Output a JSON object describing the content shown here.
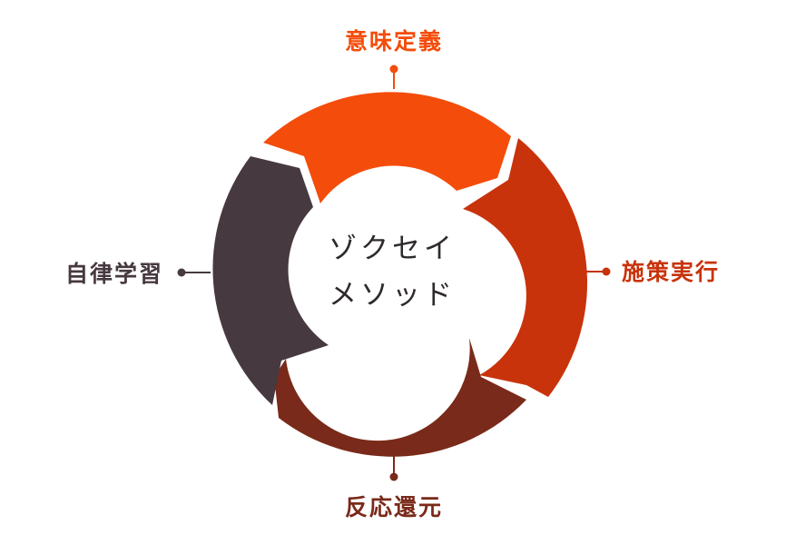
{
  "method": {
    "title_line1": "ゾクセイ",
    "title_line2": "メソッド"
  },
  "stages": [
    {
      "key": "meaning",
      "label": "意味定義",
      "color": "#F44C0A"
    },
    {
      "key": "execution",
      "label": "施策実行",
      "color": "#C8330B"
    },
    {
      "key": "return",
      "label": "反応還元",
      "color": "#7A2A1A"
    },
    {
      "key": "learning",
      "label": "自律学習",
      "color": "#473940"
    }
  ],
  "colors": {
    "center_text": "#2E2A2B",
    "connector": "#C8330B"
  }
}
